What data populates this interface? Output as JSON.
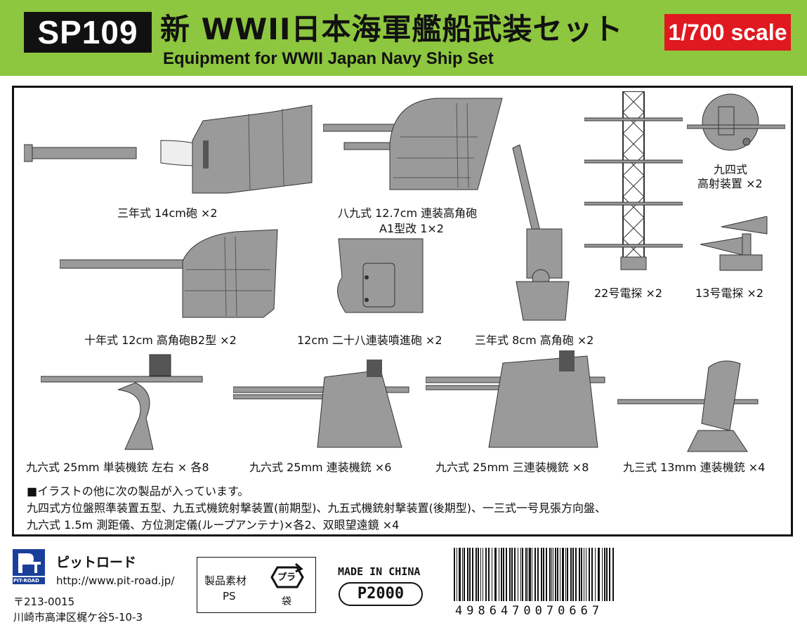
{
  "header": {
    "code": "SP109",
    "title_jp": "新 WWII日本海軍艦船武装セット",
    "title_en": "Equipment for WWII Japan Navy Ship Set",
    "scale": "1/700 scale",
    "colors": {
      "band": "#8dc63f",
      "scale_box": "#e0181f",
      "code_box": "#111111"
    }
  },
  "items": [
    {
      "id": "gun-14cm",
      "caption": "三年式 14cm砲 ×2",
      "icon": "turret-gun-icon"
    },
    {
      "id": "gun-127",
      "caption": "八九式 12.7cm 連装高角砲",
      "caption2": "A1型改 1×2",
      "icon": "twin-turret-icon"
    },
    {
      "id": "fire-director",
      "caption": "九四式",
      "caption2": "高射装置 ×2",
      "icon": "fire-director-icon"
    },
    {
      "id": "gun-12cm",
      "caption": "十年式 12cm 高角砲B2型 ×2",
      "icon": "shielded-gun-icon"
    },
    {
      "id": "rocket-12cm",
      "caption": "12cm 二十八連装噴進砲 ×2",
      "icon": "rocket-launcher-icon"
    },
    {
      "id": "gun-8cm",
      "caption": "三年式 8cm 高角砲 ×2",
      "icon": "aa-gun-icon"
    },
    {
      "id": "radar-22",
      "caption": "22号電探 ×2",
      "icon": "radar-tower-icon"
    },
    {
      "id": "radar-13",
      "caption": "13号電探 ×2",
      "icon": "horn-radar-icon"
    },
    {
      "id": "mg-single",
      "caption": "九六式 25mm 単装機銃 左右 × 各8",
      "icon": "single-mg-icon"
    },
    {
      "id": "mg-twin",
      "caption": "九六式 25mm 連装機銃 ×6",
      "icon": "twin-mg-icon"
    },
    {
      "id": "mg-triple",
      "caption": "九六式 25mm 三連装機銃 ×8",
      "icon": "triple-mg-icon"
    },
    {
      "id": "mg-13mm",
      "caption": "九三式 13mm 連装機銃 ×4",
      "icon": "twin-13mm-mg-icon"
    }
  ],
  "notes": {
    "line1": "■イラストの他に次の製品が入っています。",
    "line2": "九四式方位盤照準装置五型、九五式機銃射撃装置(前期型)、九五式機銃射撃装置(後期型)、一三式一号見張方向盤、",
    "line3": "九六式 1.5m 測距儀、方位測定儀(ループアンテナ)×各2、双眼望遠鏡 ×4"
  },
  "footer": {
    "logo_text": "PIT-ROAD",
    "company": "ピットロード",
    "url": "http://www.pit-road.jp/",
    "postal": "〒213-0015",
    "address": "川崎市高津区梶ケ谷5-10-3",
    "material_label": "製品素材",
    "material": "PS",
    "recycle_mark": "プラ",
    "recycle_sub": "袋",
    "made_in": "MADE IN CHINA",
    "price": "P2000",
    "barcode": "4986470070667"
  }
}
